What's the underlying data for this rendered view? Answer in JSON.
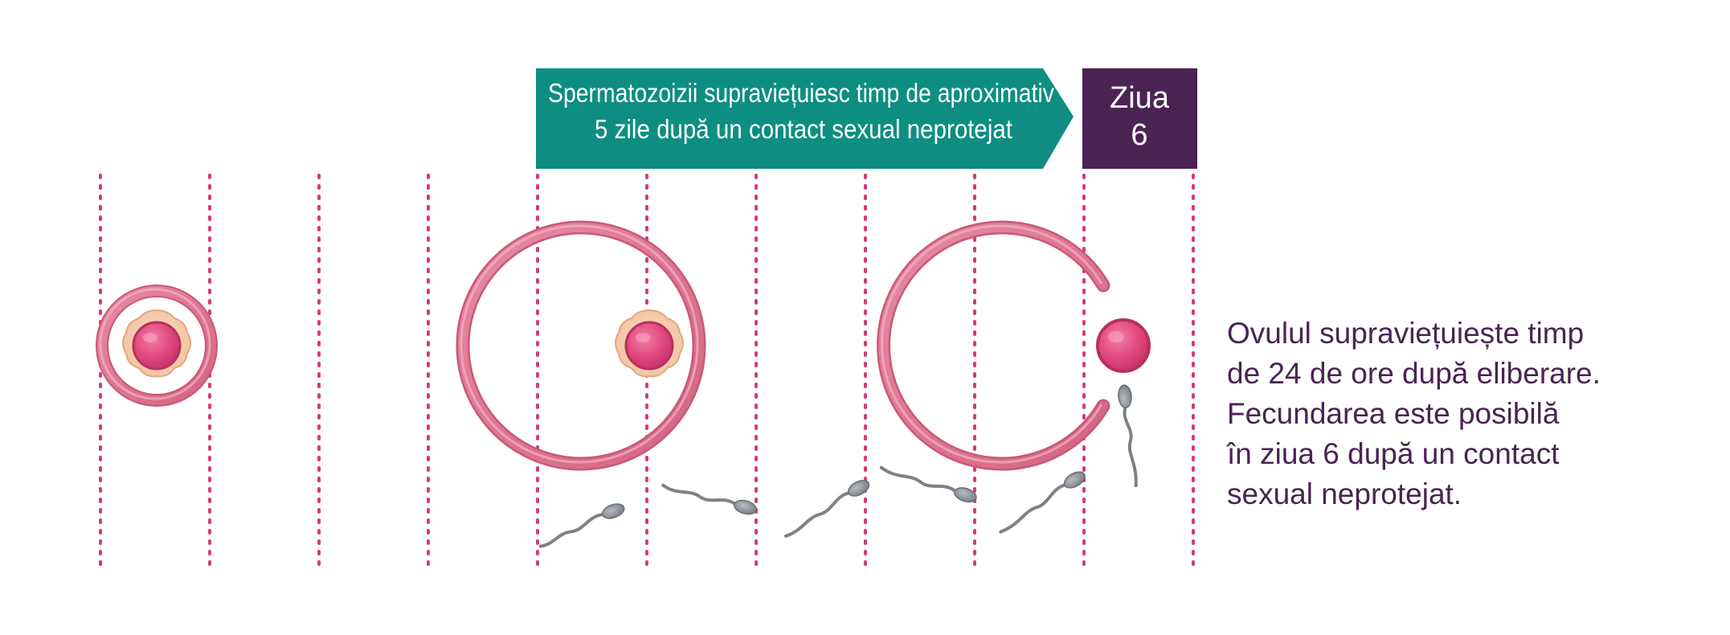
{
  "banner": {
    "line1": "Spermatozoizii supraviețuiesc timp de aproximativ",
    "line2": "5 zile după un contact sexual neprotejat",
    "color": "#0e8e82"
  },
  "day_badge": {
    "label": "Ziua",
    "number": "6",
    "color": "#4a2353"
  },
  "side_note": {
    "lines": [
      "Ovulul supraviețuiește timp",
      "de 24 de ore după eliberare.",
      "Fecundarea este posibilă",
      "în ziua 6 după un contact",
      "sexual neprotejat."
    ],
    "color": "#4a2353"
  },
  "colors": {
    "divider": "#d63a7c",
    "follicle_ring": "#dd7490",
    "egg": "#e2497f",
    "egg_corona": "#f5cfb1",
    "sperm": "#8b9096"
  },
  "icons": [
    "dotted-day-divider",
    "follicle-small",
    "follicle-large",
    "ruptured-follicle",
    "released-egg",
    "sperm-cell"
  ]
}
